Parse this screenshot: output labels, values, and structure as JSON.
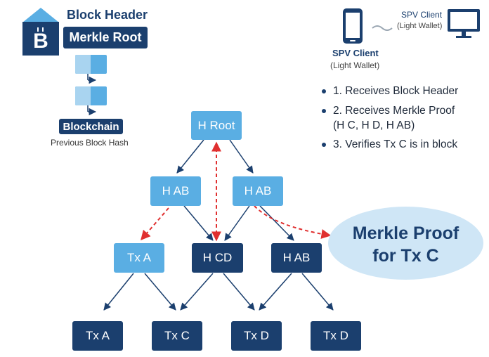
{
  "header": {
    "block_header": "Block Header",
    "merkle_root": "Merkle Root",
    "bitcoin_symbol": "B",
    "blockchain": "Blockchain",
    "previous_hash": "Previous Block Hash"
  },
  "spv": {
    "top_label": "SPV Client",
    "top_sub": "(Light Wallet)",
    "phone_label": "SPV Client",
    "phone_sub": "(Light Wallet)"
  },
  "steps": [
    {
      "line1": "1. Receives Block Header",
      "line2": ""
    },
    {
      "line1": "2. Receives Merkle Proof",
      "line2": "(H C, H D, H AB)"
    },
    {
      "line1": "3. Verifies Tx C is in block",
      "line2": ""
    }
  ],
  "tree": {
    "root": "H Root",
    "level1": [
      "H AB",
      "H AB"
    ],
    "level2": [
      "Tx A",
      "H CD",
      "H AB"
    ],
    "leaves": [
      "Tx A",
      "Tx C",
      "Tx D",
      "Tx D"
    ]
  },
  "proof": {
    "line1": "Merkle Proof",
    "line2": "for Tx C"
  },
  "colors": {
    "dark": "#1b3f6e",
    "light": "#5aaee3",
    "proof_path": "#e03030",
    "proof_bubble": "#cfe6f6"
  }
}
